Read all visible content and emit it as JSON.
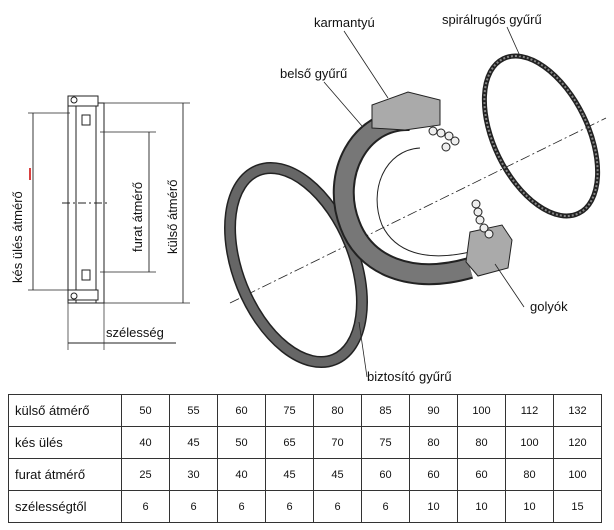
{
  "labels": {
    "karmantyu": "karmantyú",
    "spiralrugos_gyuru": "spirálrugós gyűrű",
    "belso_gyuru": "belső gyűrű",
    "golyok": "golyók",
    "biztosito_gyuru": "biztosító gyűrű",
    "kes_ules_atmero": "kés ülés átmérő",
    "furat_atmero": "furat átmérő",
    "kulso_atmero": "külső átmérő",
    "szelesseg": "szélesség"
  },
  "colors": {
    "line": "#222222",
    "ring_fill": "#555555",
    "accent_red": "#cc0000"
  },
  "table": {
    "rows": [
      {
        "label": "külső átmérő",
        "values": [
          "50",
          "55",
          "60",
          "75",
          "80",
          "85",
          "90",
          "100",
          "112",
          "132"
        ]
      },
      {
        "label": "kés ülés",
        "values": [
          "40",
          "45",
          "50",
          "65",
          "70",
          "75",
          "80",
          "80",
          "100",
          "120"
        ]
      },
      {
        "label": "furat átmérő",
        "values": [
          "25",
          "30",
          "40",
          "45",
          "45",
          "60",
          "60",
          "60",
          "80",
          "100"
        ]
      },
      {
        "label": "szélességtől",
        "values": [
          "6",
          "6",
          "6",
          "6",
          "6",
          "6",
          "10",
          "10",
          "10",
          "15"
        ]
      }
    ]
  }
}
